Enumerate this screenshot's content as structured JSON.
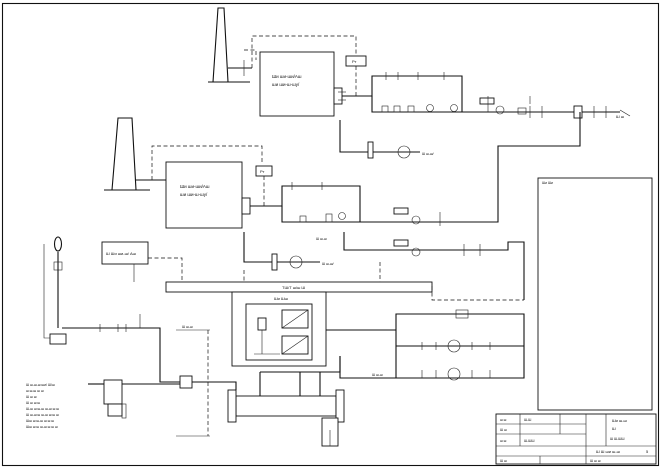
{
  "drawing": {
    "boiler_1_label_line1": "Ши ши-ши/Аш",
    "boiler_1_label_line2": "ши ши-ш-шу/",
    "boiler_2_label_line1": "Ши ши-ши/Аш",
    "boiler_2_label_line2": "ши ши-ш-шу/",
    "box_p1": "Рт",
    "box_p2": "Рт",
    "unit_box_label": "Ш Ши ши-ш/ Аш",
    "header_label": "ТШ/Т ш/ш Ш",
    "filter_label": "Ши Шш",
    "legend_box_label": "Ши Ши",
    "exit_label": "Ш ш",
    "tag_1": "Ш ш-ш/",
    "tag_2": "Ш ш-ш/",
    "tag_3": "Ш ш-ш",
    "tag_4": "Ш ш-ш",
    "tag_5": "Ш ш-ш",
    "notes_title": "Ш ш-ш-ш ши/ Ш/ш",
    "notes": [
      "ш ш-ш ш ш",
      "Ш ш ш",
      "Ш ш ш ш",
      "Ш-ш ш ш-ш ш-ш ш ш",
      "Ш ш-ш ш ш-ш ш ш ш",
      "Шш ш ш-ш ш ш ш",
      "Шш ш ш ш-ш ш ш ш"
    ]
  },
  "title_block": {
    "row1": "ш ш",
    "row2": "Ш ш",
    "row3": "ш ш",
    "ref": "Ш-Ш",
    "code": "Ш-ШШ",
    "title_main": "Ши ш-ш",
    "title_sub": "Ш",
    "title_code": "Ш Ш-ШШ",
    "sheet_title": "Ш Ш ши ш-ш",
    "sheet_no": "5",
    "fmt": "Ш ш",
    "mark": "Ш ш ш"
  }
}
